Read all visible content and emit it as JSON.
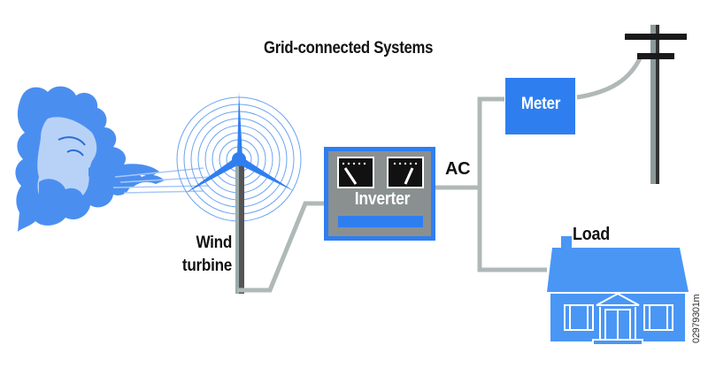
{
  "diagram": {
    "title": "Grid-connected Systems",
    "labels": {
      "wind_turbine_line1": "Wind",
      "wind_turbine_line2": "turbine",
      "inverter": "Inverter",
      "ac": "AC",
      "meter": "Meter",
      "load": "Load",
      "figure_id": "02979301m"
    },
    "components": [
      {
        "id": "wind-face",
        "type": "illustration",
        "description": "wind blowing face"
      },
      {
        "id": "wind-turbine",
        "type": "turbine"
      },
      {
        "id": "inverter",
        "type": "box",
        "meters": 2
      },
      {
        "id": "meter",
        "type": "box"
      },
      {
        "id": "utility-pole",
        "type": "pole"
      },
      {
        "id": "load-house",
        "type": "house"
      }
    ],
    "connections": [
      {
        "from": "wind-turbine",
        "to": "inverter"
      },
      {
        "from": "inverter",
        "to": "meter",
        "label": "AC"
      },
      {
        "from": "inverter",
        "to": "load-house",
        "label": "AC"
      },
      {
        "from": "meter",
        "to": "utility-pole"
      }
    ],
    "colors": {
      "blue": "#3d87f0",
      "light_blue": "#a9c8f5",
      "gray_wire": "#b0b8b8",
      "inverter_body": "#8a9090",
      "dark": "#111111"
    }
  }
}
